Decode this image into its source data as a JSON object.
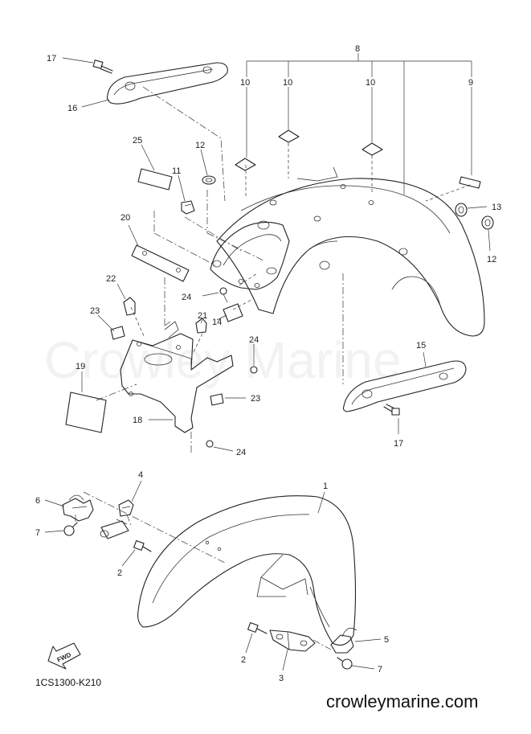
{
  "diagram": {
    "code": "1CS1300-K210",
    "website": "crowleymarine.com",
    "watermark": "Crowley Marine",
    "fwd_label": "FWD",
    "callouts": {
      "c1": "1",
      "c2a": "2",
      "c2b": "2",
      "c3": "3",
      "c4": "4",
      "c5": "5",
      "c6": "6",
      "c7a": "7",
      "c7b": "7",
      "c8": "8",
      "c9": "9",
      "c10a": "10",
      "c10b": "10",
      "c10c": "10",
      "c11": "11",
      "c12a": "12",
      "c12b": "12",
      "c13": "13",
      "c14": "14",
      "c15": "15",
      "c16": "16",
      "c17a": "17",
      "c17b": "17",
      "c18": "18",
      "c19": "19",
      "c20": "20",
      "c21": "21",
      "c22": "22",
      "c23a": "23",
      "c23b": "23",
      "c24a": "24",
      "c24b": "24",
      "c24c": "24",
      "c25": "25"
    }
  }
}
